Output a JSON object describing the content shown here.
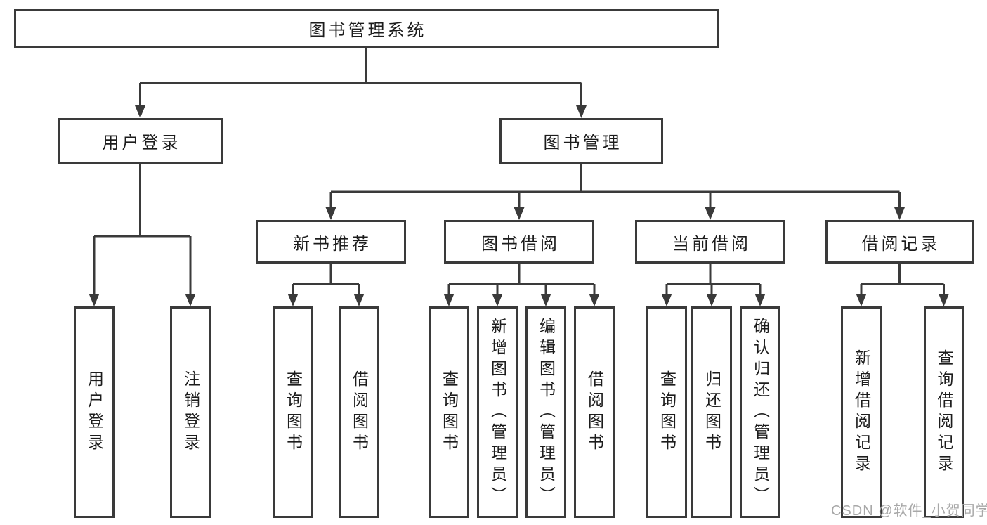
{
  "diagram": {
    "root": {
      "label": "图书管理系统"
    },
    "branches": [
      {
        "label": "用户登录",
        "children": [
          {
            "label": "用户登录"
          },
          {
            "label": "注销登录"
          }
        ]
      },
      {
        "label": "图书管理",
        "children": [
          {
            "label": "新书推荐",
            "children": [
              {
                "label": "查询图书"
              },
              {
                "label": "借阅图书"
              }
            ]
          },
          {
            "label": "图书借阅",
            "children": [
              {
                "label": "查询图书"
              },
              {
                "label": "新增图书（管理员）"
              },
              {
                "label": "编辑图书（管理员）"
              },
              {
                "label": "借阅图书"
              }
            ]
          },
          {
            "label": "当前借阅",
            "children": [
              {
                "label": "查询图书"
              },
              {
                "label": "归还图书"
              },
              {
                "label": "确认归还（管理员）"
              }
            ]
          },
          {
            "label": "借阅记录",
            "children": [
              {
                "label": "新增借阅记录"
              },
              {
                "label": "查询借阅记录"
              }
            ]
          }
        ]
      }
    ]
  },
  "watermark": {
    "text": "CSDN @软件_小贺同学"
  },
  "colors": {
    "line": "#3a3a3a",
    "text": "#1c1c1c",
    "watermark": "#a8a8a8",
    "background": "#ffffff"
  }
}
